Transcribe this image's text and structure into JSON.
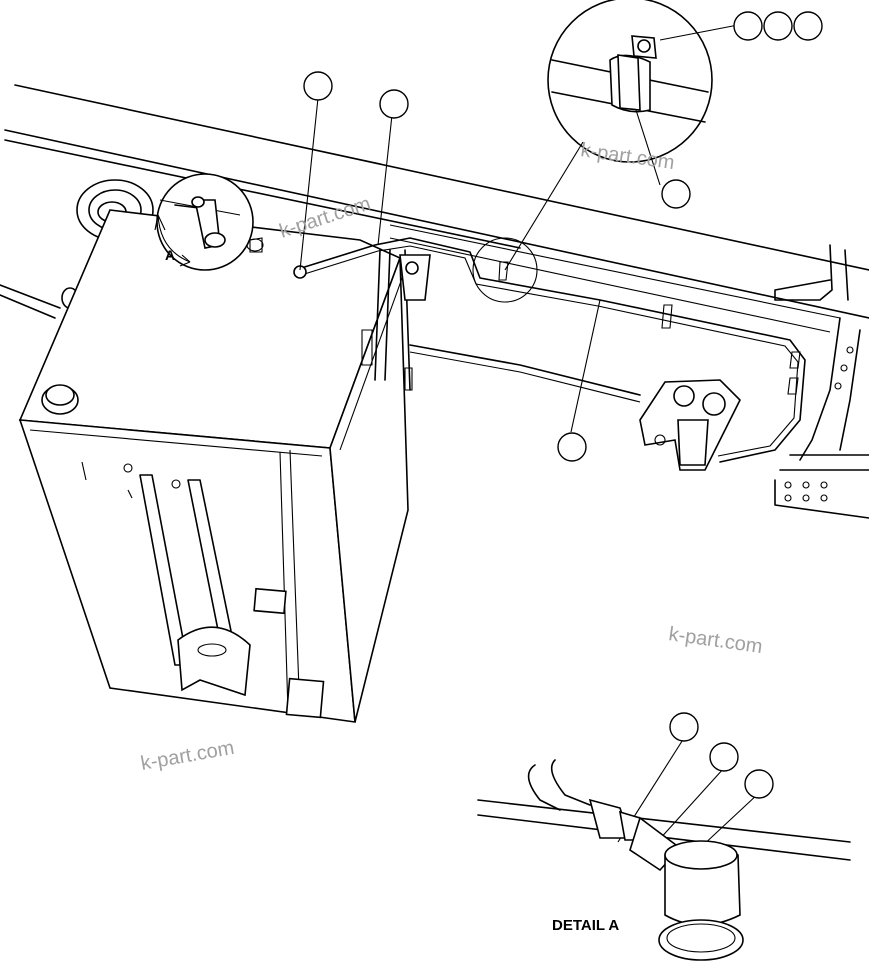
{
  "watermark": "k-part.com",
  "detail_label": "DETAIL A",
  "view_marker": "A"
}
